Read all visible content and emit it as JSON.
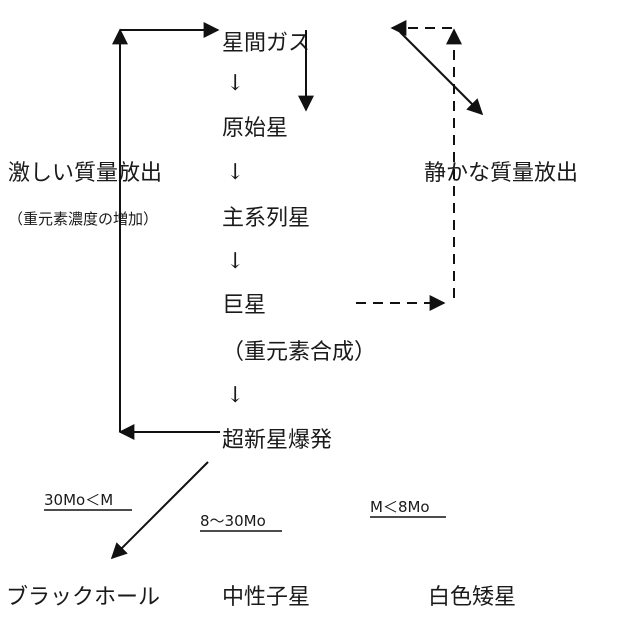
{
  "stages": {
    "gas": "星間ガス",
    "protostar": "原始星",
    "main_sequence": "主系列星",
    "giant": "巨星",
    "giant_note": "（重元素合成）",
    "supernova": "超新星爆発"
  },
  "flow_arrow_glyph": "↓",
  "left_branch": {
    "label": "激しい質量放出",
    "note": "（重元素濃度の増加）"
  },
  "right_branch": {
    "label": "静かな質量放出"
  },
  "conditions": {
    "black_hole": "30Mo＜M",
    "neutron_star": "8～30Mo",
    "white_dwarf": "M＜8Mo"
  },
  "end_states": {
    "black_hole": "ブラックホール",
    "neutron_star": "中性子星",
    "white_dwarf": "白色矮星"
  }
}
